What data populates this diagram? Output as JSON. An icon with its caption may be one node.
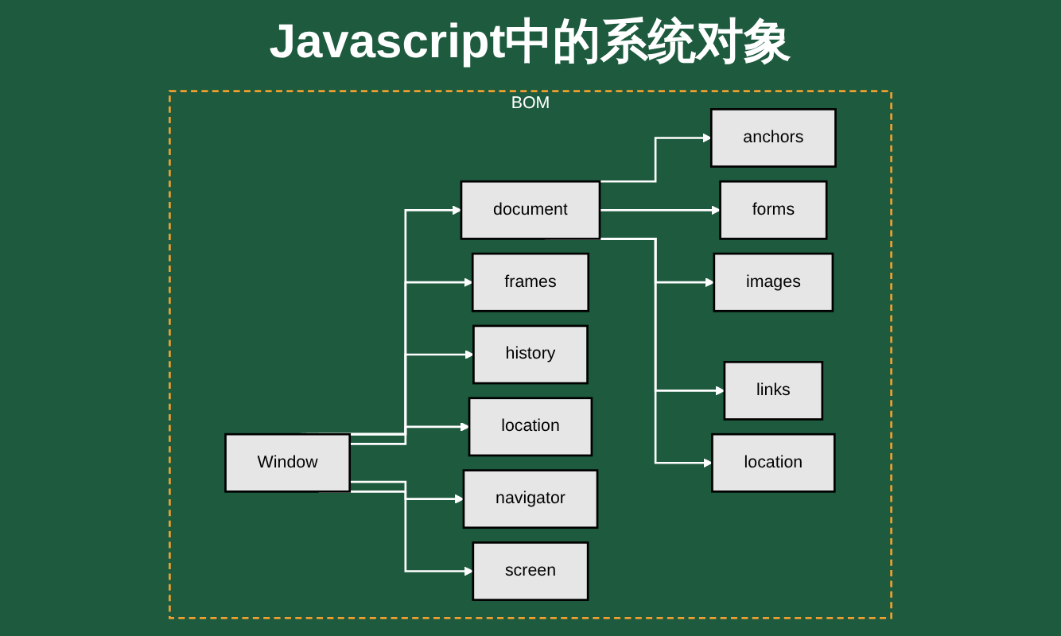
{
  "diagram": {
    "title": "Javascript中的系统对象",
    "nodes": [
      {
        "text": [
          "BOM"
        ]
      },
      {
        "text": [
          "Window"
        ],
        "in": 0
      },
      {
        "text": [
          "document"
        ],
        "in": 0
      },
      {
        "text": [
          "frames"
        ],
        "in": 0
      },
      {
        "text": [
          "history"
        ],
        "in": 0
      },
      {
        "text": [
          "location"
        ],
        "in": 0
      },
      {
        "text": [
          "navigator"
        ],
        "in": 0
      },
      {
        "text": [
          "screen"
        ],
        "in": 0
      },
      {
        "text": [
          "anchors"
        ],
        "in": 0
      },
      {
        "text": [
          "forms"
        ],
        "in": 0
      },
      {
        "text": [
          "images"
        ],
        "in": 0
      },
      {
        "text": [
          "links"
        ],
        "in": 0
      },
      {
        "text": [
          "location"
        ],
        "in": 0
      }
    ],
    "edges": [
      {
        "from": 1,
        "to": 2,
        "arrow": "to"
      },
      {
        "from": 1,
        "to": 3,
        "arrow": "to"
      },
      {
        "from": 1,
        "to": 4,
        "arrow": "to"
      },
      {
        "from": 1,
        "to": 5,
        "arrow": "to"
      },
      {
        "from": 1,
        "to": 6,
        "arrow": "to"
      },
      {
        "from": 1,
        "to": 7,
        "arrow": "to"
      },
      {
        "from": 2,
        "to": 8,
        "arrow": "to"
      },
      {
        "from": 2,
        "to": 9,
        "arrow": "to"
      },
      {
        "from": 2,
        "to": 10,
        "arrow": "to"
      },
      {
        "from": 2,
        "to": 11,
        "arrow": "to"
      },
      {
        "from": 2,
        "to": 12,
        "arrow": "to"
      }
    ]
  }
}
